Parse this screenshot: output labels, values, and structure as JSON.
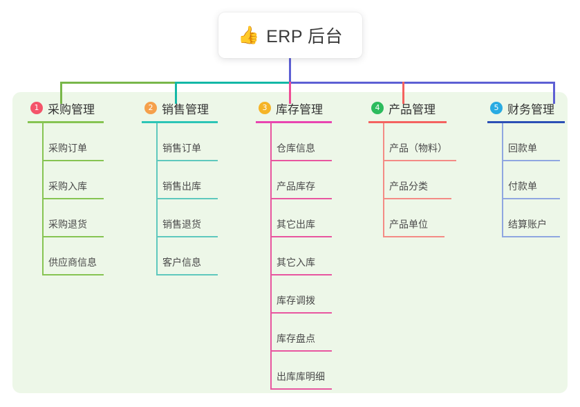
{
  "title": {
    "icon": "thumbs-up-icon",
    "icon_glyph": "👍",
    "text": "ERP 后台"
  },
  "theme": {
    "panel_bg": "#edf7e8",
    "card_bg": "#ffffff",
    "stem": "#5d5fd4"
  },
  "connectors": {
    "bar_segments": [
      "#79b74a",
      "#14b8a6",
      "#5d5fd4"
    ],
    "drops": [
      "#79b74a",
      "#14b8a6",
      "#ef4c96",
      "#f4625f",
      "#5d5fd4"
    ]
  },
  "columns": [
    {
      "number": "1",
      "title": "采购管理",
      "badge_color": "#f4546a",
      "rule_color": "#86c452",
      "line_color": "#86c452",
      "items": [
        {
          "label": "采购订单"
        },
        {
          "label": "采购入库"
        },
        {
          "label": "采购退货"
        },
        {
          "label": "供应商信息"
        }
      ]
    },
    {
      "number": "2",
      "title": "销售管理",
      "badge_color": "#f5a04b",
      "rule_color": "#2cc5b6",
      "line_color": "#5ec8bd",
      "items": [
        {
          "label": "销售订单"
        },
        {
          "label": "销售出库"
        },
        {
          "label": "销售退货"
        },
        {
          "label": "客户信息"
        }
      ]
    },
    {
      "number": "3",
      "title": "库存管理",
      "badge_color": "#f5b427",
      "rule_color": "#e845b0",
      "line_color": "#e8559f",
      "items": [
        {
          "label": "仓库信息"
        },
        {
          "label": "产品库存"
        },
        {
          "label": "其它出库"
        },
        {
          "label": "其它入库"
        },
        {
          "label": "库存调拨"
        },
        {
          "label": "库存盘点"
        },
        {
          "label": "出库库明细"
        }
      ]
    },
    {
      "number": "4",
      "title": "产品管理",
      "badge_color": "#2cbb5d",
      "rule_color": "#f4625f",
      "line_color": "#f48b85",
      "items": [
        {
          "label": "产品（物料）"
        },
        {
          "label": "产品分类"
        },
        {
          "label": "产品单位"
        }
      ]
    },
    {
      "number": "5",
      "title": "财务管理",
      "badge_color": "#29abe2",
      "rule_color": "#2b4fb5",
      "line_color": "#8fa6e0",
      "items": [
        {
          "label": "回款单"
        },
        {
          "label": "付款单"
        },
        {
          "label": "结算账户"
        }
      ]
    }
  ]
}
